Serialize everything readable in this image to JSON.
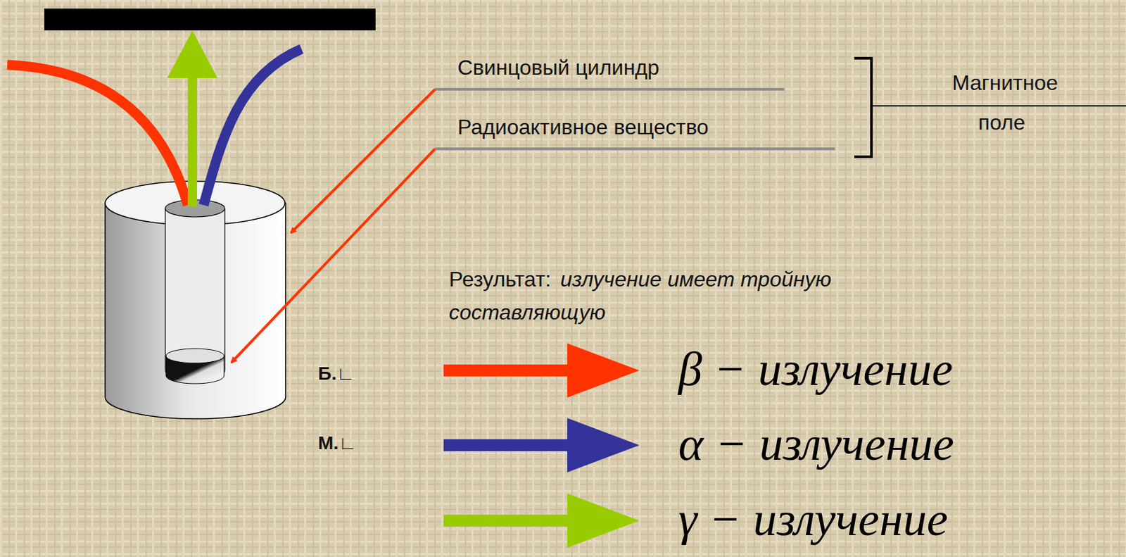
{
  "diagram": {
    "labels": [
      "Свинцовый цилиндр",
      "Радиоактивное вещество",
      "Магнитное поле",
      "Результат:",
      "излучение имеет тройную составляющую",
      "Б.∟",
      "М.∟"
    ],
    "legend": [
      {
        "text": "β − излучение",
        "color": "#ff3300"
      },
      {
        "text": "α − излучение",
        "color": "#333399"
      },
      {
        "text": "γ − излучение",
        "color": "#99cc00"
      }
    ]
  }
}
